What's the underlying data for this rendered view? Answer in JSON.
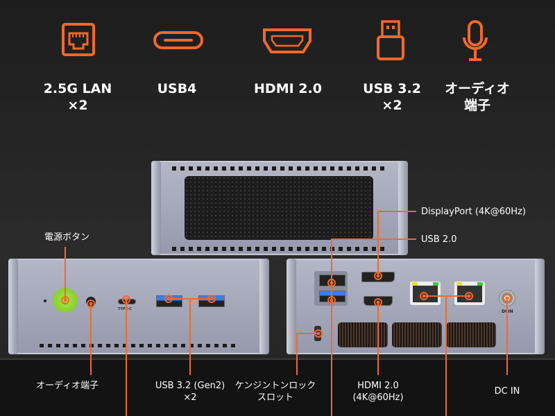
{
  "features": [
    {
      "icon": "lan-port-icon",
      "label": "2.5G LAN",
      "sub": "×2"
    },
    {
      "icon": "usb-c-icon",
      "label": "USB4",
      "sub": ""
    },
    {
      "icon": "hdmi-icon",
      "label": "HDMI 2.0",
      "sub": ""
    },
    {
      "icon": "usb-a-icon",
      "label": "USB 3.2",
      "sub": "×2"
    },
    {
      "icon": "microphone-icon",
      "label": "オーディオ",
      "sub": "端子"
    }
  ],
  "callouts": {
    "power": "電源ボタン",
    "displayport": "DisplayPort (4K@60Hz)",
    "usb2": "USB 2.0",
    "audio": "オーディオ端子",
    "usb32": "USB 3.2 (Gen2)",
    "usb32_count": "×2",
    "kensington": "ケンジントンロック",
    "kensington2": "スロット",
    "hdmi": "HDMI 2.0",
    "hdmi2": "(4K@60Hz)",
    "dcin": "DC IN"
  },
  "port_marks": {
    "typec": "TYPE-C",
    "dcin": "DCIN"
  },
  "colors": {
    "accent": "#f2692a",
    "power": "#8bd62a"
  }
}
